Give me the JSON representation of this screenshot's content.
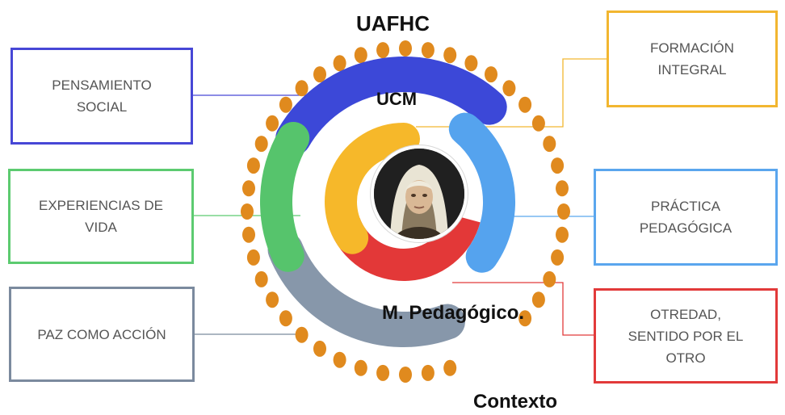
{
  "labels": {
    "outer": "UAFHC",
    "inner": "UCM",
    "model": "M. Pedagógico.",
    "context": "Contexto"
  },
  "boxes": {
    "pensamiento": {
      "line1": "PENSAMIENTO",
      "line2": "SOCIAL",
      "color": "#4747d6"
    },
    "experiencias": {
      "line1": "EXPERIENCIAS DE",
      "line2": "VIDA",
      "color": "#5ccb70"
    },
    "paz": {
      "line1": "PAZ COMO ACCIÓN",
      "color": "#7b8a9e"
    },
    "formacion": {
      "line1": "FORMACIÓN",
      "line2": "INTEGRAL",
      "color": "#f2b630"
    },
    "practica": {
      "line1": "PRÁCTICA",
      "line2": "PEDAGÓGICA",
      "color": "#5aa6ee"
    },
    "otredad": {
      "line1": "OTREDAD,",
      "line2": "SENTIDO POR EL",
      "line3": "OTRO",
      "color": "#e23a3a"
    }
  },
  "colors": {
    "outer_arc": "#3c48d8",
    "green_arc": "#56c46c",
    "gray_arc": "#8797aa",
    "blue_arc": "#55a3ee",
    "yellow_arc": "#f6b82a",
    "red_arc": "#e33838",
    "dots": "#e08a1e"
  },
  "icons": {
    "center": "portrait-icon"
  }
}
